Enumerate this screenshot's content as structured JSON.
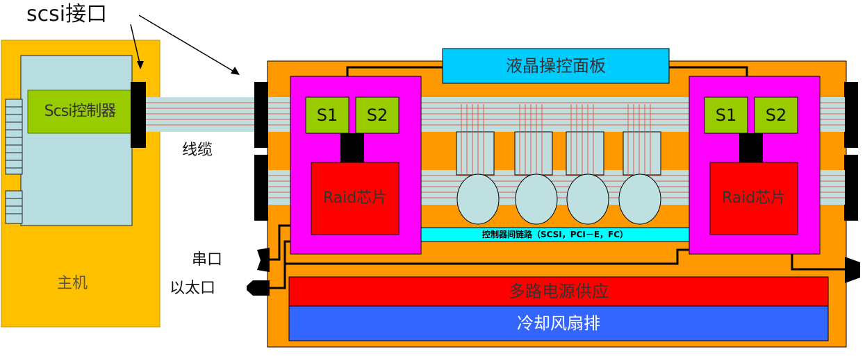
{
  "labels": {
    "scsi_port": "scsi接口",
    "cable": "线缆",
    "serial_port": "串口",
    "ethernet_port": "以太口",
    "host": "主机",
    "scsi_controller": "Scsi控制器",
    "lcd_panel": "液晶操控面板",
    "switch_s1": "S1",
    "switch_s2": "S2",
    "raid_chip": "Raid芯片",
    "controller_link": "控制器间链路（SCSI，PCI－E，FC）",
    "power_supply": "多路电源供应",
    "cooling_fans": "冷却风扇排"
  },
  "colors": {
    "host_body": "#ffc000",
    "host_board": "#b8dde0",
    "scsi_controller": "#99cc00",
    "controller": "#ff00ff",
    "raid_chip": "#ff0000",
    "enclosure": "#ff9900",
    "lcd_panel": "#00ccff",
    "link_bar": "#00ffff",
    "power": "#ff0000",
    "cooling": "#3366ff",
    "cable": "#c0dde0",
    "cable_wire": "#e06040",
    "disk": "#bfe0e0"
  }
}
